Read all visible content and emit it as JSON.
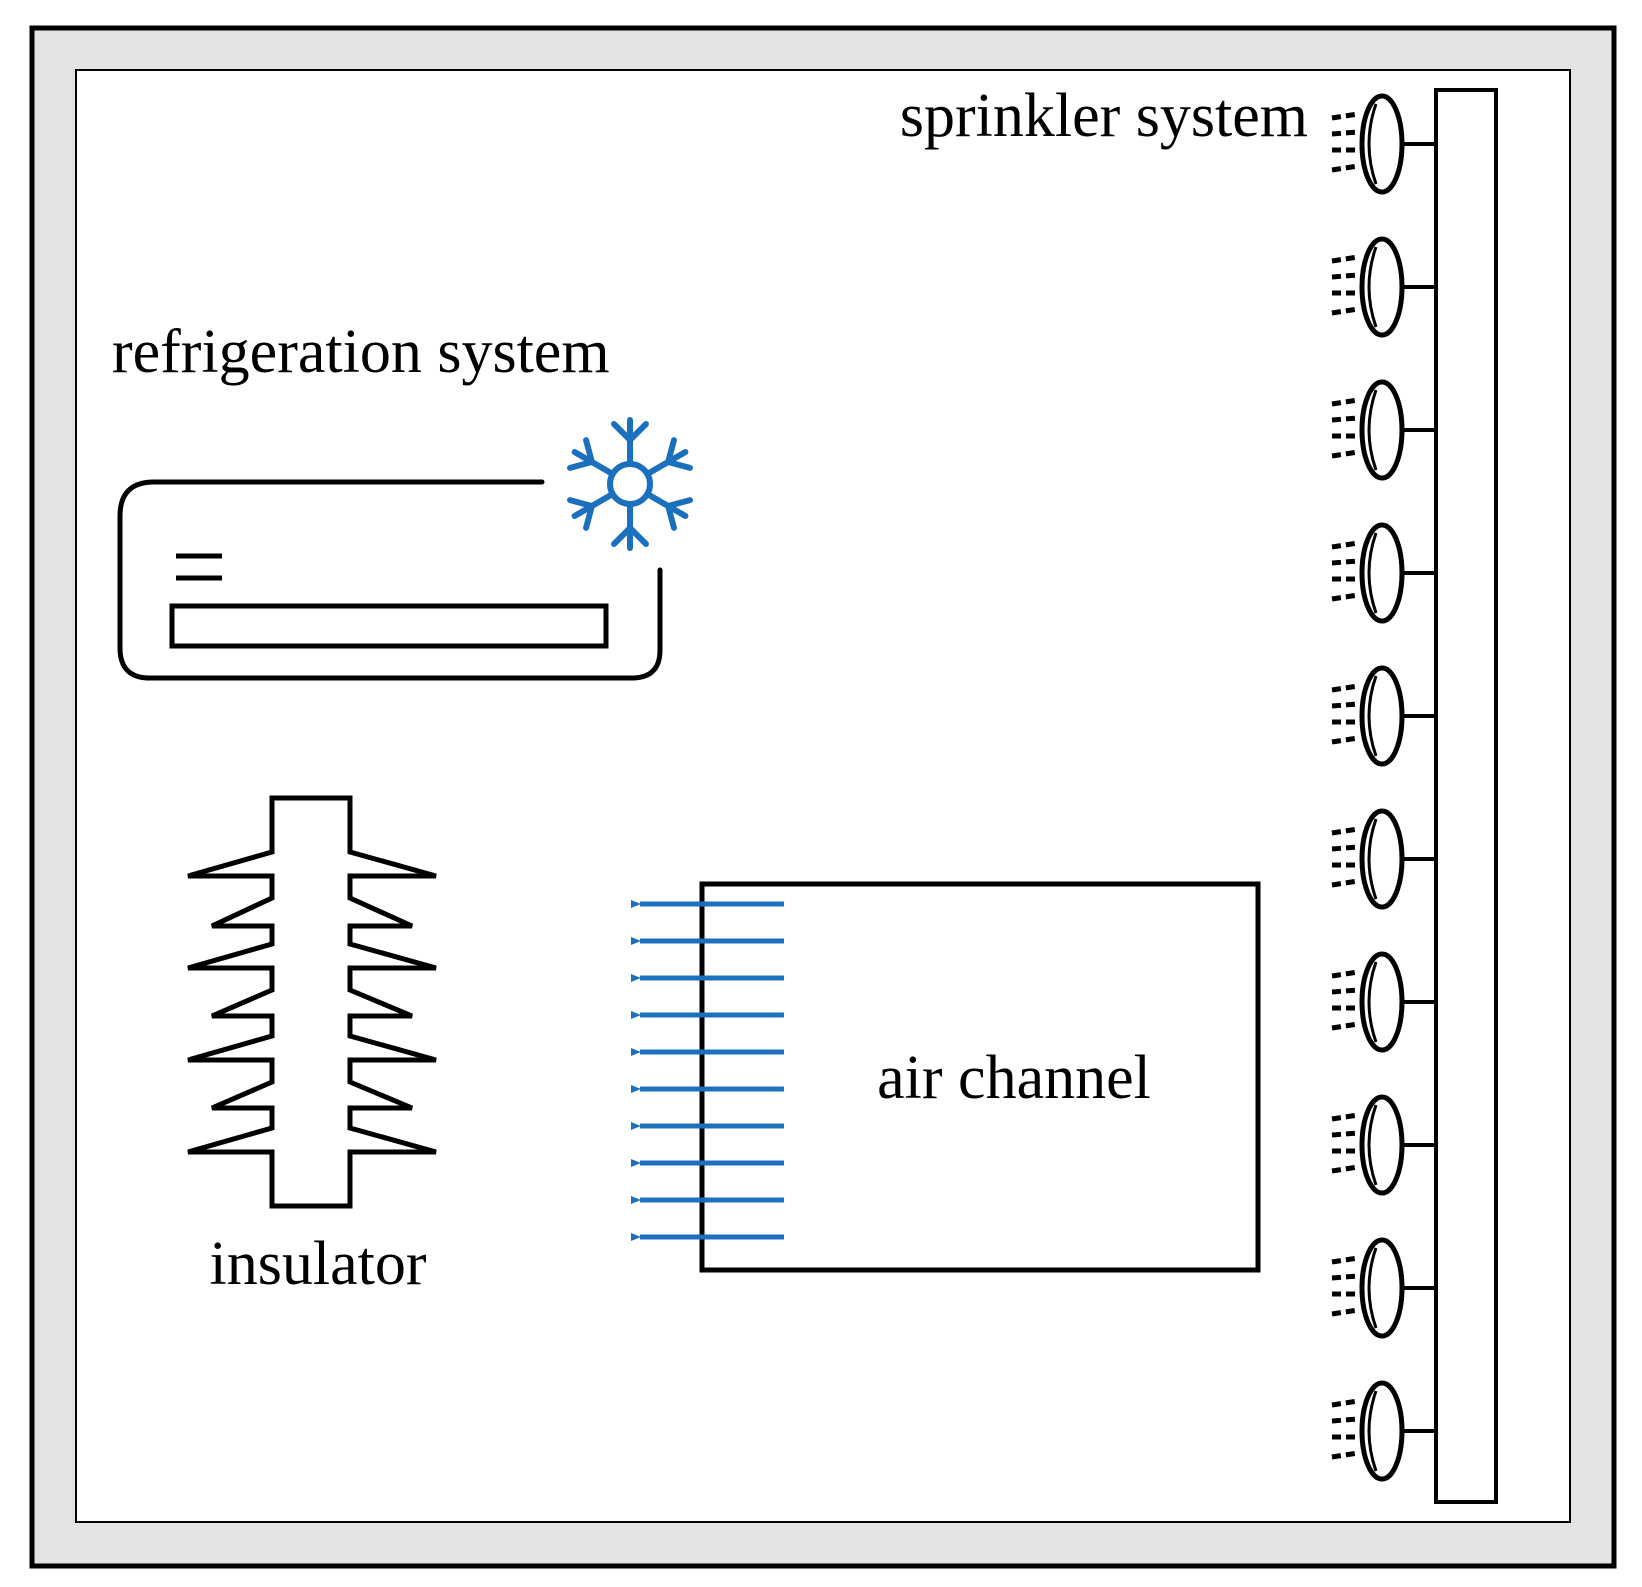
{
  "labels": {
    "sprinkler": "sprinkler system",
    "refrigeration": "refrigeration system",
    "insulator": "insulator",
    "air_channel": "air channel"
  },
  "counts": {
    "sprinkler_nozzles": 10,
    "airflow_arrows": 10
  },
  "colors": {
    "outer_frame_fill": "#e3e3e3",
    "stroke": "#000000",
    "accent_blue": "#1a70bd",
    "background": "#ffffff"
  },
  "icons": {
    "snowflake": "snowflake-icon",
    "nozzle": "sprinkler-nozzle-icon",
    "arrow": "left-arrow-icon"
  }
}
